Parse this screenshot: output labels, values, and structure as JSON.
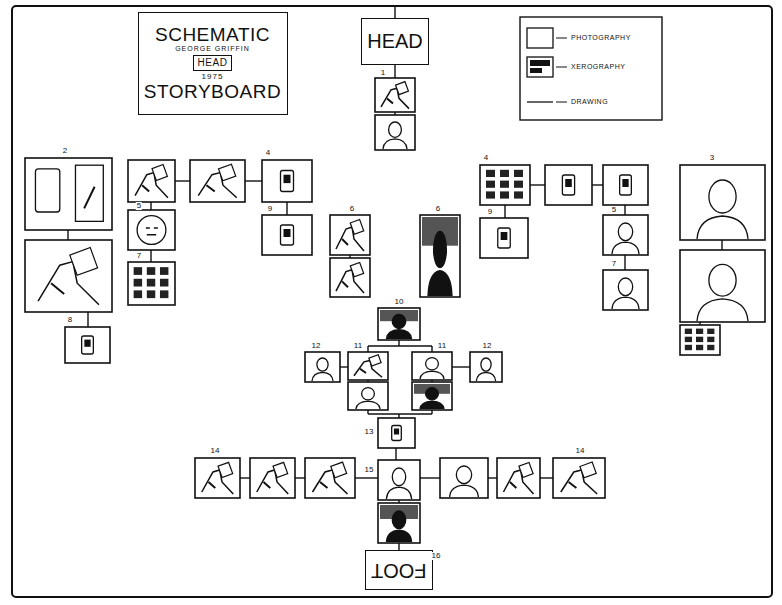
{
  "diagram": {
    "nodes": [
      {
        "text": [
          "SCHEMATIC",
          "GEORGE GRIFFIN",
          "1975",
          "STORYBOARD"
        ]
      },
      {
        "text": [
          "HEAD"
        ],
        "in": 0
      },
      {
        "text": [
          "HEAD"
        ]
      },
      {
        "text": [
          "FOOT"
        ]
      }
    ],
    "labels": [
      "1",
      "2",
      "3",
      "4",
      "4",
      "5",
      "9",
      "6",
      "6",
      "7",
      "8",
      "9",
      "5",
      "7",
      "10",
      "12",
      "11",
      "11",
      "12",
      "13",
      "14",
      "14",
      "15",
      "16"
    ],
    "legend": [
      {
        "text": "PHOTOGRAPHY"
      },
      {
        "text": "XEROGRAPHY"
      },
      {
        "text": "DRAWING"
      }
    ]
  }
}
